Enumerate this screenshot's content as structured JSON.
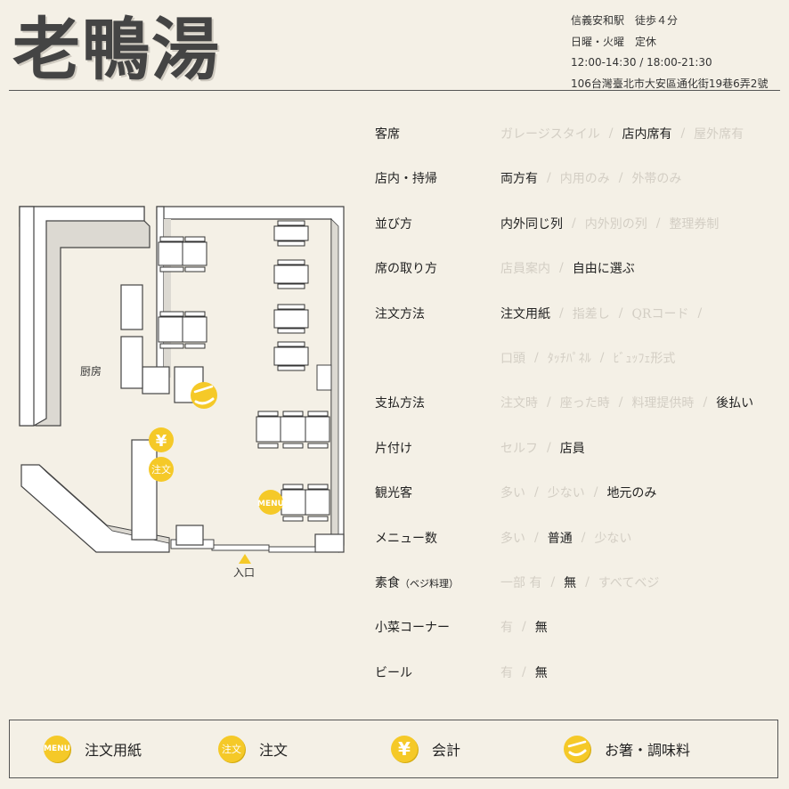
{
  "header": {
    "title": "老鴨湯",
    "info": [
      "信義安和駅　徒歩４分",
      "日曜・火曜　定休",
      "12:00-14:30 / 18:00-21:30",
      "106台灣臺北市大安區通化街19巷6弄2號"
    ]
  },
  "attributes": [
    {
      "label": "客席",
      "options": [
        {
          "text": "ガレージスタイル",
          "active": false
        },
        {
          "text": "店内席有",
          "active": true
        },
        {
          "text": "屋外席有",
          "active": false
        }
      ]
    },
    {
      "label": "店内・持帰",
      "options": [
        {
          "text": "両方有",
          "active": true
        },
        {
          "text": "内用のみ",
          "active": false
        },
        {
          "text": "外帯のみ",
          "active": false
        }
      ]
    },
    {
      "label": "並び方",
      "options": [
        {
          "text": "内外同じ列",
          "active": true
        },
        {
          "text": "内外別の列",
          "active": false
        },
        {
          "text": "整理券制",
          "active": false
        }
      ]
    },
    {
      "label": "席の取り方",
      "options": [
        {
          "text": "店員案内",
          "active": false
        },
        {
          "text": "自由に選ぶ",
          "active": true
        }
      ]
    },
    {
      "label": "注文方法",
      "options": [
        {
          "text": "注文用紙",
          "active": true
        },
        {
          "text": "指差し",
          "active": false
        },
        {
          "text": "QRコード",
          "active": false
        }
      ],
      "trailing_sep": true
    },
    {
      "label": "",
      "options": [
        {
          "text": "口頭",
          "active": false
        },
        {
          "text": "ﾀｯﾁﾊﾟﾈﾙ",
          "active": false
        },
        {
          "text": "ﾋﾞｭｯﾌｪ形式",
          "active": false
        }
      ]
    },
    {
      "label": "支払方法",
      "options": [
        {
          "text": "注文時",
          "active": false
        },
        {
          "text": "座った時",
          "active": false
        },
        {
          "text": "料理提供時",
          "active": false
        },
        {
          "text": "後払い",
          "active": true
        }
      ]
    },
    {
      "label": "片付け",
      "options": [
        {
          "text": "セルフ",
          "active": false
        },
        {
          "text": "店員",
          "active": true
        }
      ]
    },
    {
      "label": "観光客",
      "options": [
        {
          "text": "多い",
          "active": false
        },
        {
          "text": "少ない",
          "active": false
        },
        {
          "text": "地元のみ",
          "active": true
        }
      ]
    },
    {
      "label": "メニュー数",
      "options": [
        {
          "text": "多い",
          "active": false
        },
        {
          "text": "普通",
          "active": true
        },
        {
          "text": "少ない",
          "active": false
        }
      ]
    },
    {
      "label": "素食",
      "label_small": "（ベジ料理）",
      "options": [
        {
          "text": "一部 有",
          "active": false
        },
        {
          "text": "無",
          "active": true
        },
        {
          "text": "すべてベジ",
          "active": false
        }
      ]
    },
    {
      "label": "小菜コーナー",
      "options": [
        {
          "text": "有",
          "active": false
        },
        {
          "text": "無",
          "active": true
        }
      ]
    },
    {
      "label": "ビール",
      "options": [
        {
          "text": "有",
          "active": false
        },
        {
          "text": "無",
          "active": true
        }
      ]
    }
  ],
  "plan": {
    "kitchen_label": "厨房",
    "entrance_label": "入口",
    "badge_menu": "MENU",
    "badge_order": "注文",
    "badge_pay": "¥"
  },
  "legend": [
    {
      "icon": "menu-icon",
      "icon_text": "MENU",
      "label": "注文用紙"
    },
    {
      "icon": "order-icon",
      "icon_text": "注文",
      "label": "注文"
    },
    {
      "icon": "yen-icon",
      "icon_text": "¥",
      "label": "会計"
    },
    {
      "icon": "chopsticks-icon",
      "icon_text": "",
      "label": "お箸・調味料"
    }
  ],
  "colors": {
    "badge": "#f5c928",
    "background": "#f4f0e6",
    "wall_shadow": "#d9d6cf"
  }
}
